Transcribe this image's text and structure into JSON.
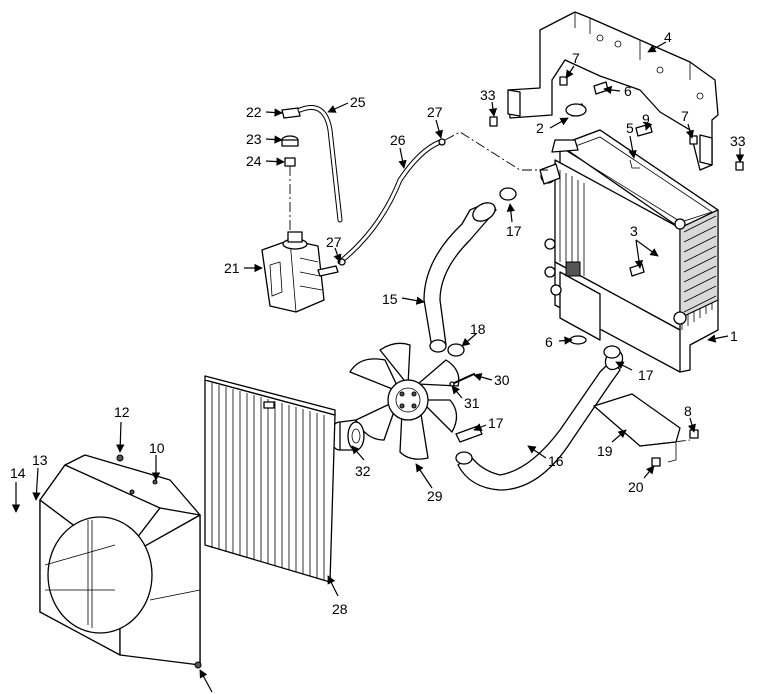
{
  "diagram": {
    "callouts": [
      "1",
      "2",
      "3",
      "4",
      "5",
      "6",
      "6",
      "7",
      "7",
      "8",
      "9",
      "10",
      "12",
      "13",
      "14",
      "15",
      "16",
      "17",
      "17",
      "17",
      "18",
      "19",
      "20",
      "21",
      "22",
      "23",
      "24",
      "25",
      "26",
      "27",
      "27",
      "28",
      "29",
      "30",
      "31",
      "32",
      "33",
      "33"
    ]
  }
}
